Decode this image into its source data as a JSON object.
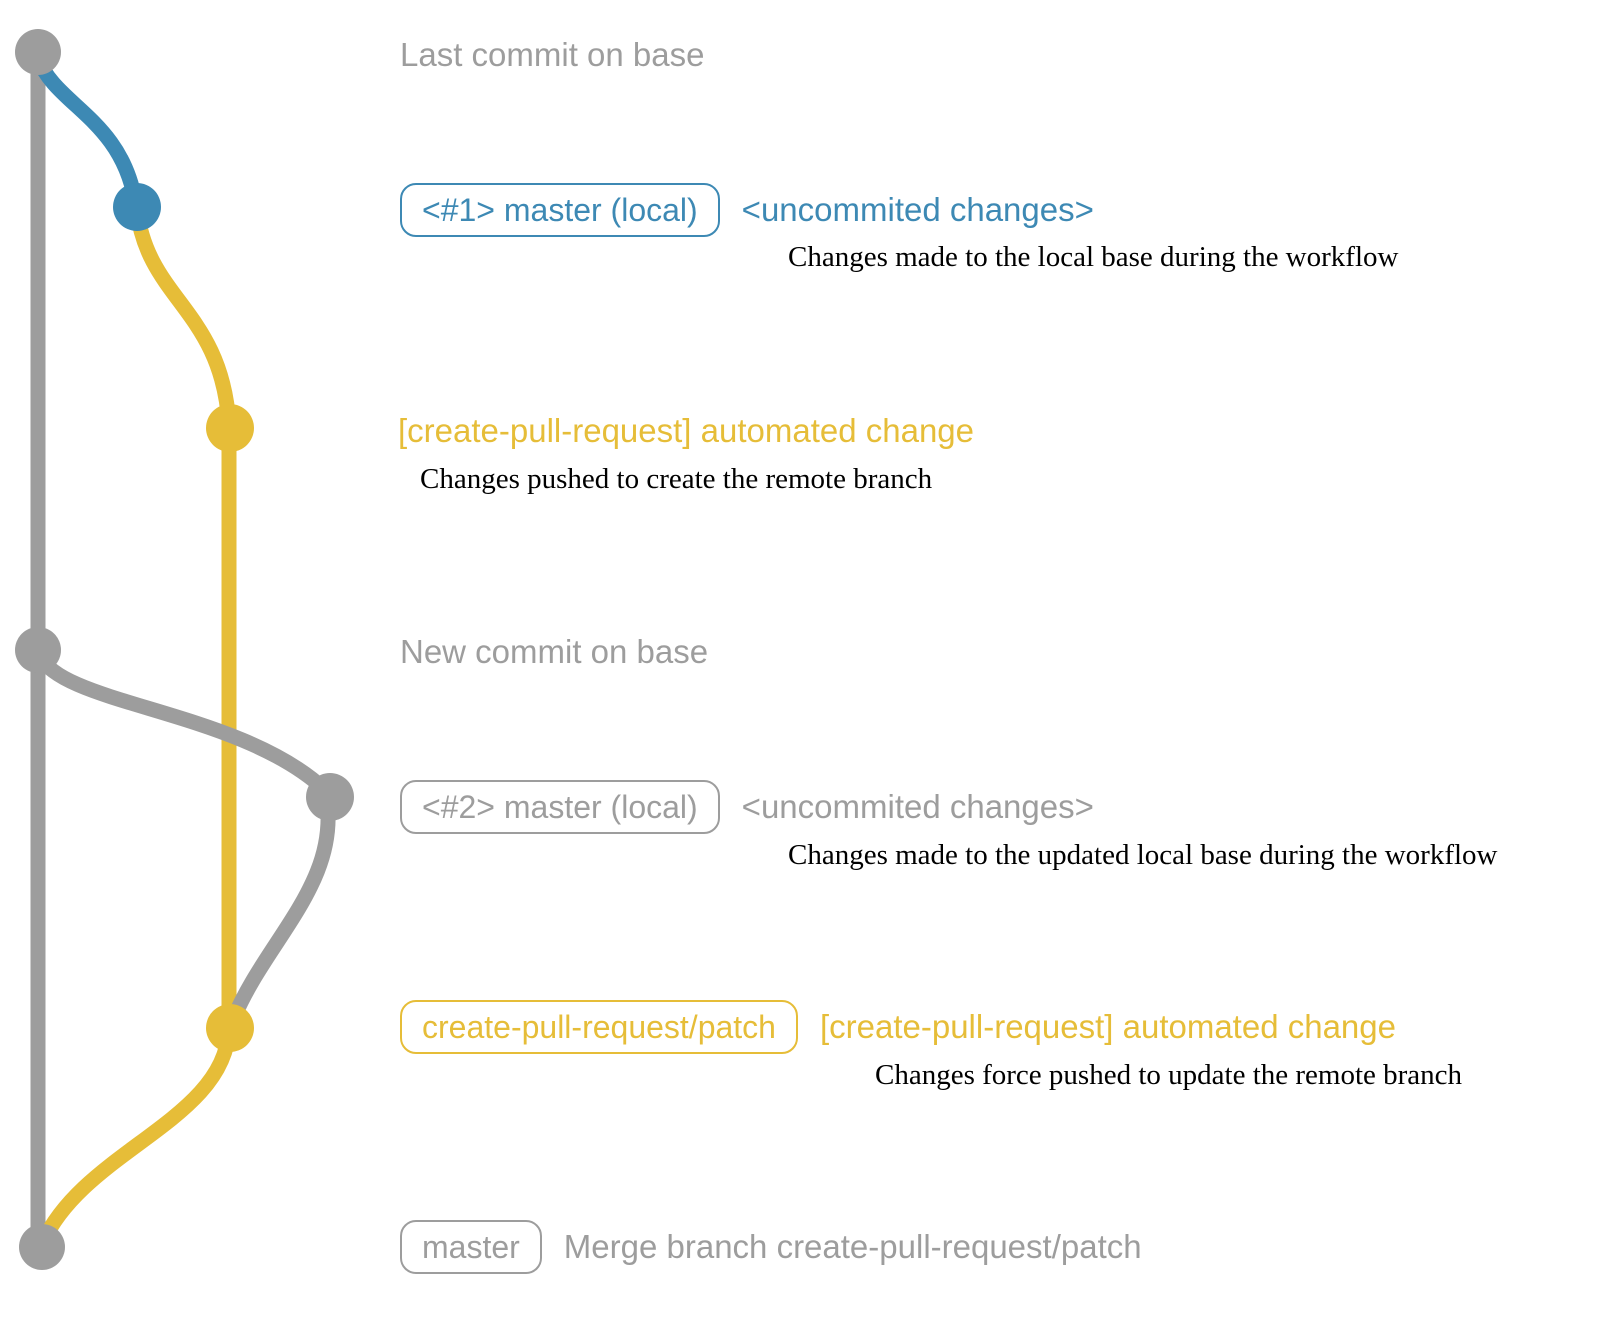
{
  "colors": {
    "gray": "#9d9d9d",
    "blue": "#3d89b4",
    "yellow": "#e6bd38",
    "text_black": "#000000"
  },
  "graph": {
    "base_label_top": "Last commit on base",
    "base_label_middle": "New commit on base"
  },
  "entries": {
    "commit1": {
      "badge": "<#1> master (local)",
      "title": "<uncommited changes>",
      "description": "Changes made to the local base during the workflow"
    },
    "push1": {
      "title": "[create-pull-request] automated change",
      "description": "Changes pushed to create the remote branch"
    },
    "commit2": {
      "badge": "<#2> master (local)",
      "title": "<uncommited changes>",
      "description": "Changes made to the updated local base during the workflow"
    },
    "push2": {
      "badge": "create-pull-request/patch",
      "title": "[create-pull-request] automated change",
      "description": "Changes force pushed to update the remote branch"
    },
    "merge": {
      "badge": "master",
      "title": "Merge branch create-pull-request/patch"
    }
  }
}
